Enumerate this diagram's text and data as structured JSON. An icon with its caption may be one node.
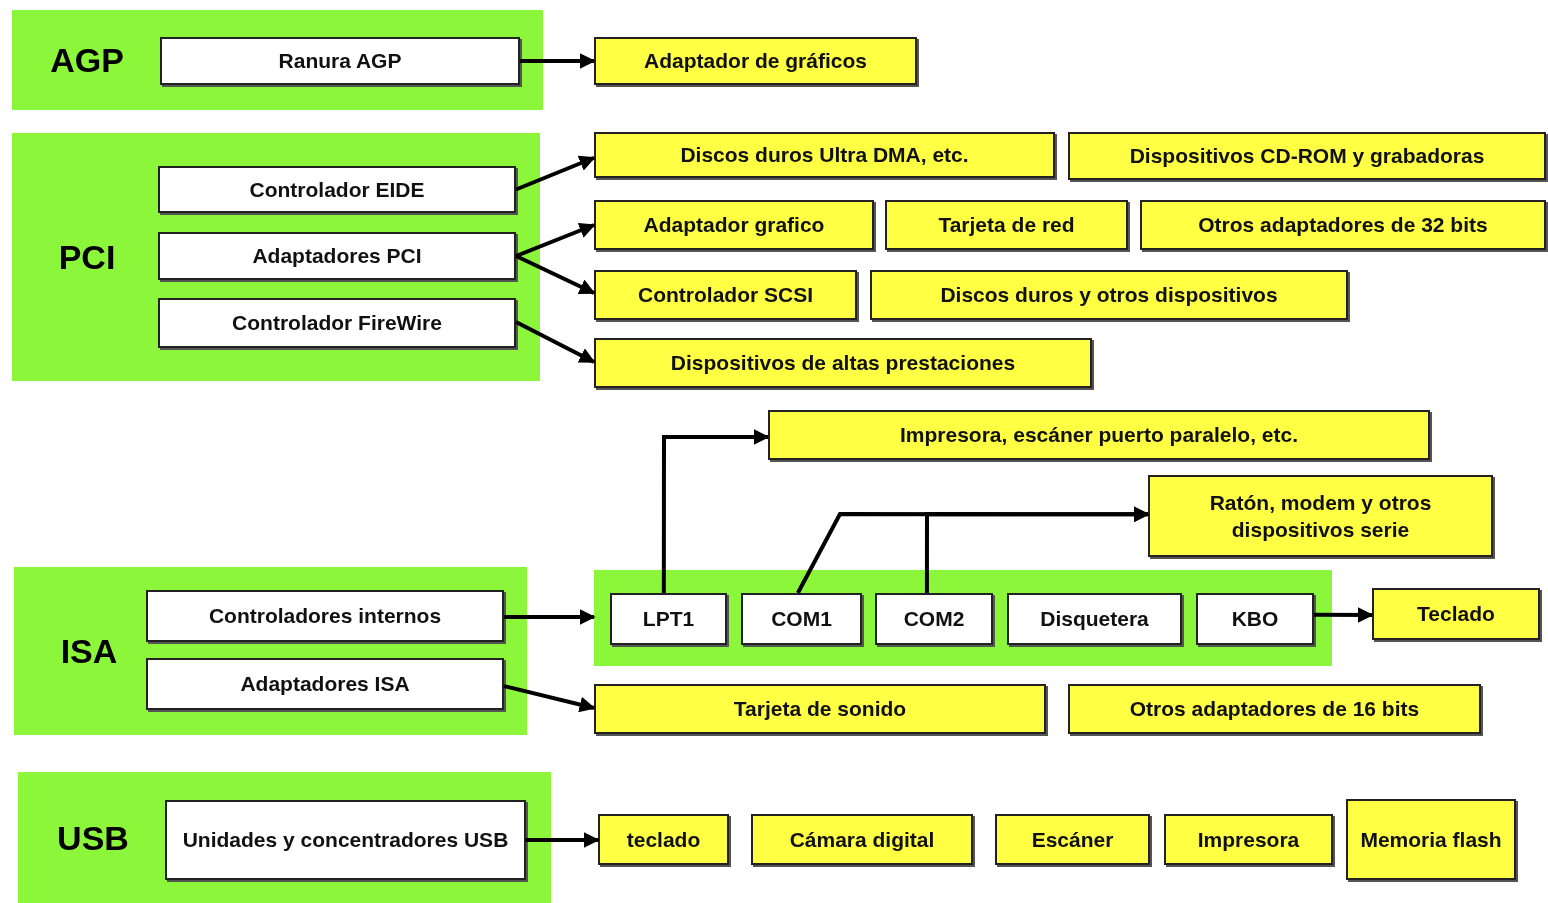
{
  "diagram": {
    "nodes": [
      {
        "text": [
          "AGP"
        ]
      },
      {
        "text": [
          "Ranura AGP"
        ],
        "in": 0
      },
      {
        "text": [
          "Adaptador de gráficos"
        ]
      },
      {
        "text": [
          "PCI"
        ]
      },
      {
        "text": [
          "Controlador EIDE"
        ],
        "in": 3
      },
      {
        "text": [
          "Adaptadores PCI"
        ],
        "in": 3
      },
      {
        "text": [
          "Controlador FireWire"
        ],
        "in": 3
      },
      {
        "text": [
          "Discos duros Ultra DMA, etc."
        ]
      },
      {
        "text": [
          "Dispositivos CD-ROM y grabadoras"
        ]
      },
      {
        "text": [
          "Adaptador grafico"
        ]
      },
      {
        "text": [
          "Tarjeta de red"
        ]
      },
      {
        "text": [
          "Otros adaptadores de 32 bits"
        ]
      },
      {
        "text": [
          "Controlador SCSI"
        ]
      },
      {
        "text": [
          "Discos duros y otros dispositivos"
        ]
      },
      {
        "text": [
          "Dispositivos de altas prestaciones"
        ]
      },
      {
        "text": [
          "Impresora, escáner puerto paralelo, etc."
        ]
      },
      {
        "text": [
          "Ratón, modem y otros dispositivos serie"
        ]
      },
      {
        "text": [
          "ISA"
        ]
      },
      {
        "text": [
          "Controladores internos"
        ],
        "in": 17
      },
      {
        "text": [
          "Adaptadores ISA"
        ],
        "in": 17
      },
      {
        "text": [],
        "shape": "box"
      },
      {
        "text": [
          "LPT1"
        ],
        "in": 20
      },
      {
        "text": [
          "COM1"
        ],
        "in": 20
      },
      {
        "text": [
          "COM2"
        ],
        "in": 20
      },
      {
        "text": [
          "Disquetera"
        ],
        "in": 20
      },
      {
        "text": [
          "KBO"
        ],
        "in": 20
      },
      {
        "text": [
          "Teclado"
        ]
      },
      {
        "text": [
          "Tarjeta de sonido"
        ]
      },
      {
        "text": [
          "Otros adaptadores de 16 bits"
        ]
      },
      {
        "text": [
          "USB"
        ]
      },
      {
        "text": [
          "Unidades y concentradores USB"
        ],
        "in": 29
      },
      {
        "text": [
          "teclado"
        ]
      },
      {
        "text": [
          "Cámara digital"
        ]
      },
      {
        "text": [
          "Escáner"
        ]
      },
      {
        "text": [
          "Impresora"
        ]
      },
      {
        "text": [
          "Memoria flash"
        ]
      }
    ],
    "edges": [
      {
        "from": 1,
        "to": 2,
        "arrow": "to"
      },
      {
        "from": 4,
        "to": 7,
        "arrow": "to"
      },
      {
        "from": 5,
        "to": 9,
        "arrow": "to"
      },
      {
        "from": 5,
        "to": 12,
        "arrow": "to"
      },
      {
        "from": 6,
        "to": 14,
        "arrow": "to"
      },
      {
        "from": 21,
        "to": 15,
        "arrow": "to"
      },
      {
        "from": 22,
        "to": 16,
        "arrow": "to"
      },
      {
        "from": 23,
        "to": 16,
        "arrow": "to"
      },
      {
        "from": 18,
        "to": 20,
        "arrow": "to"
      },
      {
        "from": 25,
        "to": 26,
        "arrow": "to"
      },
      {
        "from": 19,
        "to": 27,
        "arrow": "to"
      },
      {
        "from": 30,
        "to": 31,
        "arrow": "to"
      }
    ]
  }
}
